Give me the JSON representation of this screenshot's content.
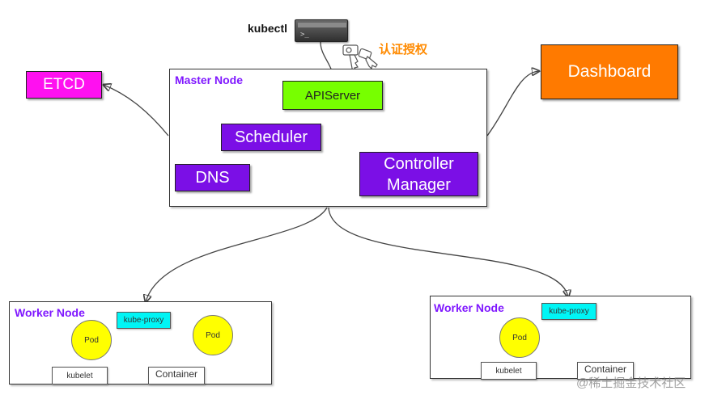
{
  "kubectl": {
    "label": "kubectl"
  },
  "auth": {
    "label": "认证授权"
  },
  "etcd": {
    "label": "ETCD"
  },
  "dashboard": {
    "label": "Dashboard"
  },
  "master": {
    "title": "Master Node",
    "apiserver": "APIServer",
    "scheduler": "Scheduler",
    "dns": "DNS",
    "controller_line1": "Controller",
    "controller_line2": "Manager"
  },
  "worker_left": {
    "title": "Worker Node",
    "kube_proxy": "kube-proxy",
    "pod1": "Pod",
    "pod2": "Pod",
    "kubelet": "kubelet",
    "container": "Container"
  },
  "worker_right": {
    "title": "Worker Node",
    "kube_proxy": "kube-proxy",
    "pod": "Pod",
    "kubelet": "kubelet",
    "container": "Container"
  },
  "watermark": "@稀土掘金技术社区",
  "colors": {
    "etcd": "#ff10f0",
    "dashboard": "#ff7a00",
    "apiserver": "#77ff00",
    "purple": "#7b0fe6",
    "kube_proxy": "#00f5f5",
    "pod": "#ffff00",
    "title_purple": "#7f17ff",
    "auth_orange": "#ff8a00"
  },
  "icons": [
    "terminal-icon",
    "key-icon"
  ]
}
